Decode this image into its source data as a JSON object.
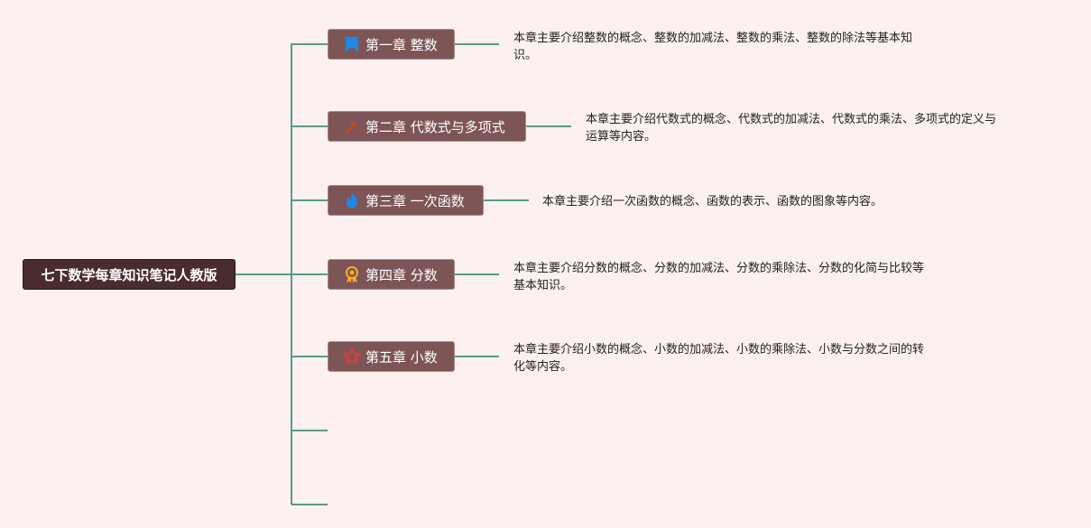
{
  "root": {
    "label": "七下数学每章知识笔记人教版"
  },
  "chapters": [
    {
      "label": "第一章 整数",
      "icon": "bookmark-flag-icon",
      "icon_color": "#1e88e5",
      "description_lines": [
        "本章主要介绍整数的概念、整数的加减法、整数的乘法、整数的除法等基本知",
        "识。"
      ]
    },
    {
      "label": "第二章 代数式与多项式",
      "icon": "pencil-sparkle-icon",
      "icon_color": "#d84315",
      "description_lines": [
        "本章主要介绍代数式的概念、代数式的加减法、代数式的乘法、多项式的定义与",
        "运算等内容。"
      ]
    },
    {
      "label": "第三章 一次函数",
      "icon": "flame-icon",
      "icon_color": "#1e88e5",
      "description_lines": [
        "本章主要介绍一次函数的概念、函数的表示、函数的图象等内容。"
      ]
    },
    {
      "label": "第四章 分数",
      "icon": "medal-icon",
      "icon_color": "#f9a825",
      "description_lines": [
        "本章主要介绍分数的概念、分数的加减法、分数的乘除法、分数的化简与比较等",
        "基本知识。"
      ]
    },
    {
      "label": "第五章 小数",
      "icon": "star-outline-icon",
      "icon_color": "#e53935",
      "description_lines": [
        "本章主要介绍小数的概念、小数的加减法、小数的乘除法、小数与分数之间的转",
        "化等内容。"
      ]
    }
  ],
  "colors": {
    "background": "#fdf0f0",
    "connector": "#5a9a8a",
    "root_fill": "#4a2c2e",
    "chapter_fill": "#7e5557"
  }
}
